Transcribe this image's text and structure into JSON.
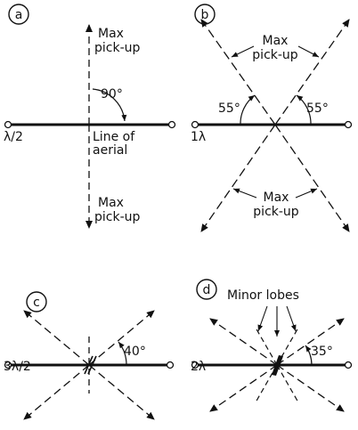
{
  "panels": {
    "a": {
      "badge": "a",
      "top_label_line1": "Max",
      "top_label_line2": "pick-up",
      "angle_label": "90°",
      "line_label_line1": "Line of",
      "line_label_line2": "aerial",
      "length_label": "λ/2",
      "bottom_label_line1": "Max",
      "bottom_label_line2": "pick-up"
    },
    "b": {
      "badge": "b",
      "top_label_line1": "Max",
      "top_label_line2": "pick-up",
      "angle_left": "55°",
      "angle_right": "55°",
      "length_label": "1λ",
      "bottom_label_line1": "Max",
      "bottom_label_line2": "pick-up"
    },
    "c": {
      "badge": "c",
      "angle_label": "40°",
      "length_label": "3λ/2"
    },
    "d": {
      "badge": "d",
      "minor_lobes_label": "Minor lobes",
      "angle_label": "35°",
      "length_label": "2λ"
    }
  },
  "colors": {
    "ink": "#111111",
    "background": "#ffffff"
  }
}
